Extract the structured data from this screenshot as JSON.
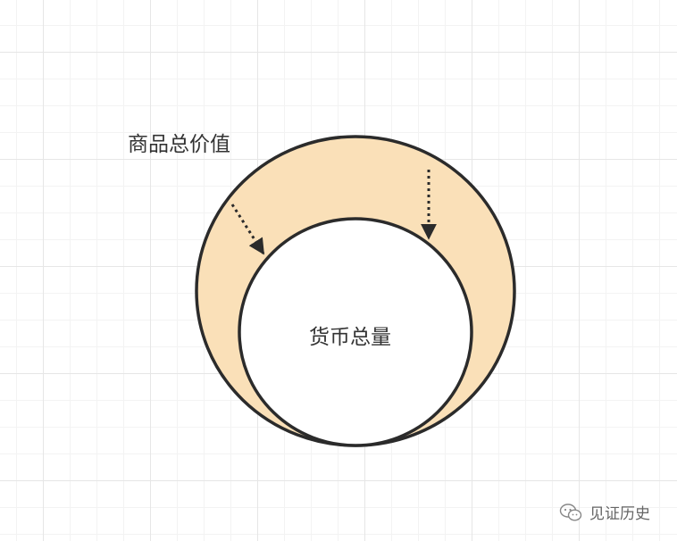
{
  "colors": {
    "outer_fill": "#fae0b8",
    "inner_fill": "#ffffff",
    "stroke": "#2b2b2b",
    "text": "#333333",
    "grid": "#e6e6e6"
  },
  "labels": {
    "outer": "商品总价值",
    "inner": "货币总量"
  },
  "watermark": {
    "icon": "wechat-icon",
    "text": "见证历史"
  }
}
